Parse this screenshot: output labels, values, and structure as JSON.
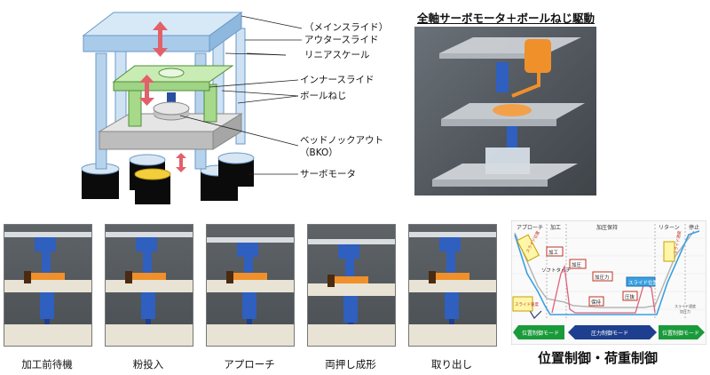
{
  "diagram": {
    "labels": {
      "main_slide": "（メインスライド）",
      "outer_slide": "アウタースライド",
      "linear_scale": "リニアスケール",
      "inner_slide": "インナースライド",
      "ball_screw": "ボールねじ",
      "bko": "ベッドノックアウト",
      "bko_abbr": "（BKO）",
      "servo_motor": "サーボモータ"
    },
    "render_title": "全軸サーボモータ＋ボールねじ駆動"
  },
  "steps": [
    {
      "caption": "加工前待機"
    },
    {
      "caption": "粉投入"
    },
    {
      "caption": "アプローチ"
    },
    {
      "caption": "両押し成形"
    },
    {
      "caption": "取り出し"
    }
  ],
  "control_chart": {
    "caption": "位置制御・荷重制御",
    "phase_labels": {
      "approach": "アプローチ",
      "process": "加工",
      "pressure_hold": "加圧保持",
      "return": "リターン",
      "stop": "停止"
    },
    "annotations": {
      "process": "加工",
      "soft_touch": "ソフトタッチ",
      "pressure_increase": "加圧",
      "pressure_force": "加圧力",
      "slide_position": "スライド位置",
      "hold": "保持",
      "return_pressure": "圧抜",
      "slide_speed": "スライド速度",
      "slide_speed_legend": "スライド速度",
      "force_legend": "加圧力",
      "vert_left": "スライド位置",
      "vert_right": "スライド速度"
    },
    "modes": {
      "position_left": "位置制御モード",
      "pressure": "圧力制御モード",
      "position_right": "位置制御モード"
    },
    "colors": {
      "position_mode": "#1a9a3a",
      "pressure_mode": "#1e3f8f",
      "speed_line": "#3aa0e0",
      "force_line": "#e0607a",
      "position_line": "#c8c8c8"
    }
  }
}
